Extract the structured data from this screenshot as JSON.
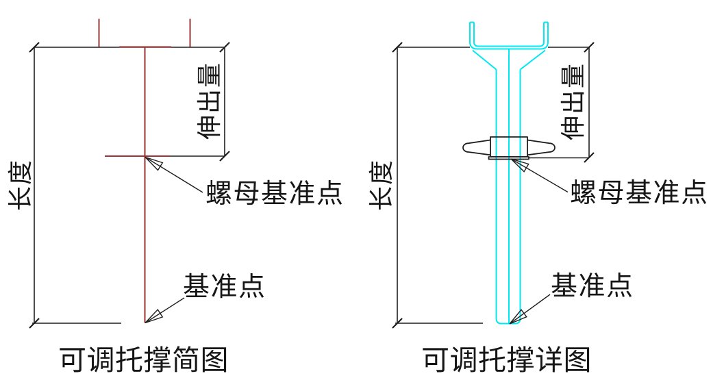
{
  "colors": {
    "simplified": "#9b3434",
    "detailed": "#00e8f0",
    "dimension": "#1f1f1f",
    "background": "#ffffff"
  },
  "figures": {
    "left": {
      "caption": "可调托撑简图",
      "length_label": "长度",
      "extension_label": "伸出量",
      "nut_datum_label": "螺母基准点",
      "datum_label": "基准点"
    },
    "right": {
      "caption": "可调托撑详图",
      "length_label": "长度",
      "extension_label": "伸出量",
      "nut_datum_label": "螺母基准点",
      "datum_label": "基准点"
    }
  }
}
